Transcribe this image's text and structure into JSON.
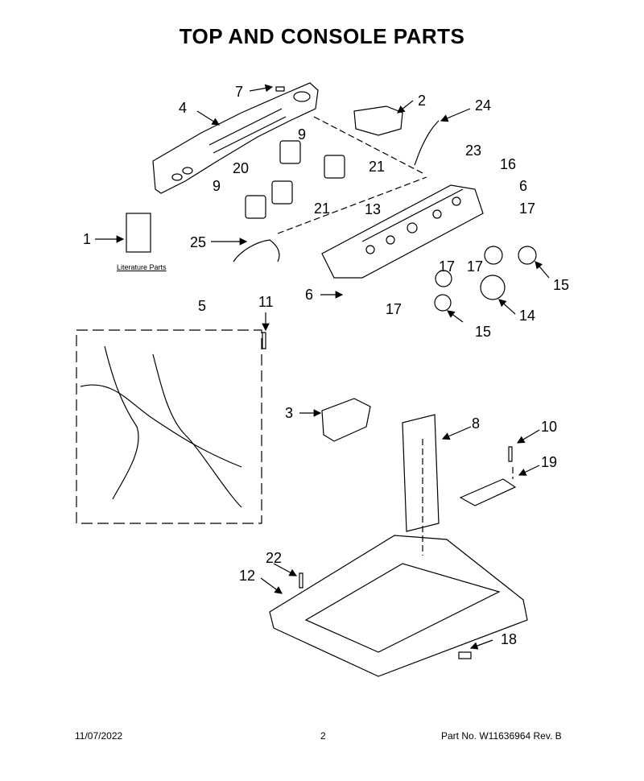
{
  "title": "TOP AND CONSOLE PARTS",
  "literature_label": "Literature Parts",
  "callouts": [
    "7",
    "4",
    "2",
    "24",
    "9",
    "20",
    "21",
    "9",
    "23",
    "16",
    "6",
    "17",
    "13",
    "21",
    "1",
    "25",
    "17",
    "17",
    "15",
    "6",
    "17",
    "14",
    "15",
    "5",
    "11",
    "3",
    "8",
    "10",
    "19",
    "22",
    "12",
    "18"
  ],
  "footer": {
    "date": "11/07/2022",
    "page": "2",
    "part": "Part No.  W11636964  Rev.  B"
  }
}
